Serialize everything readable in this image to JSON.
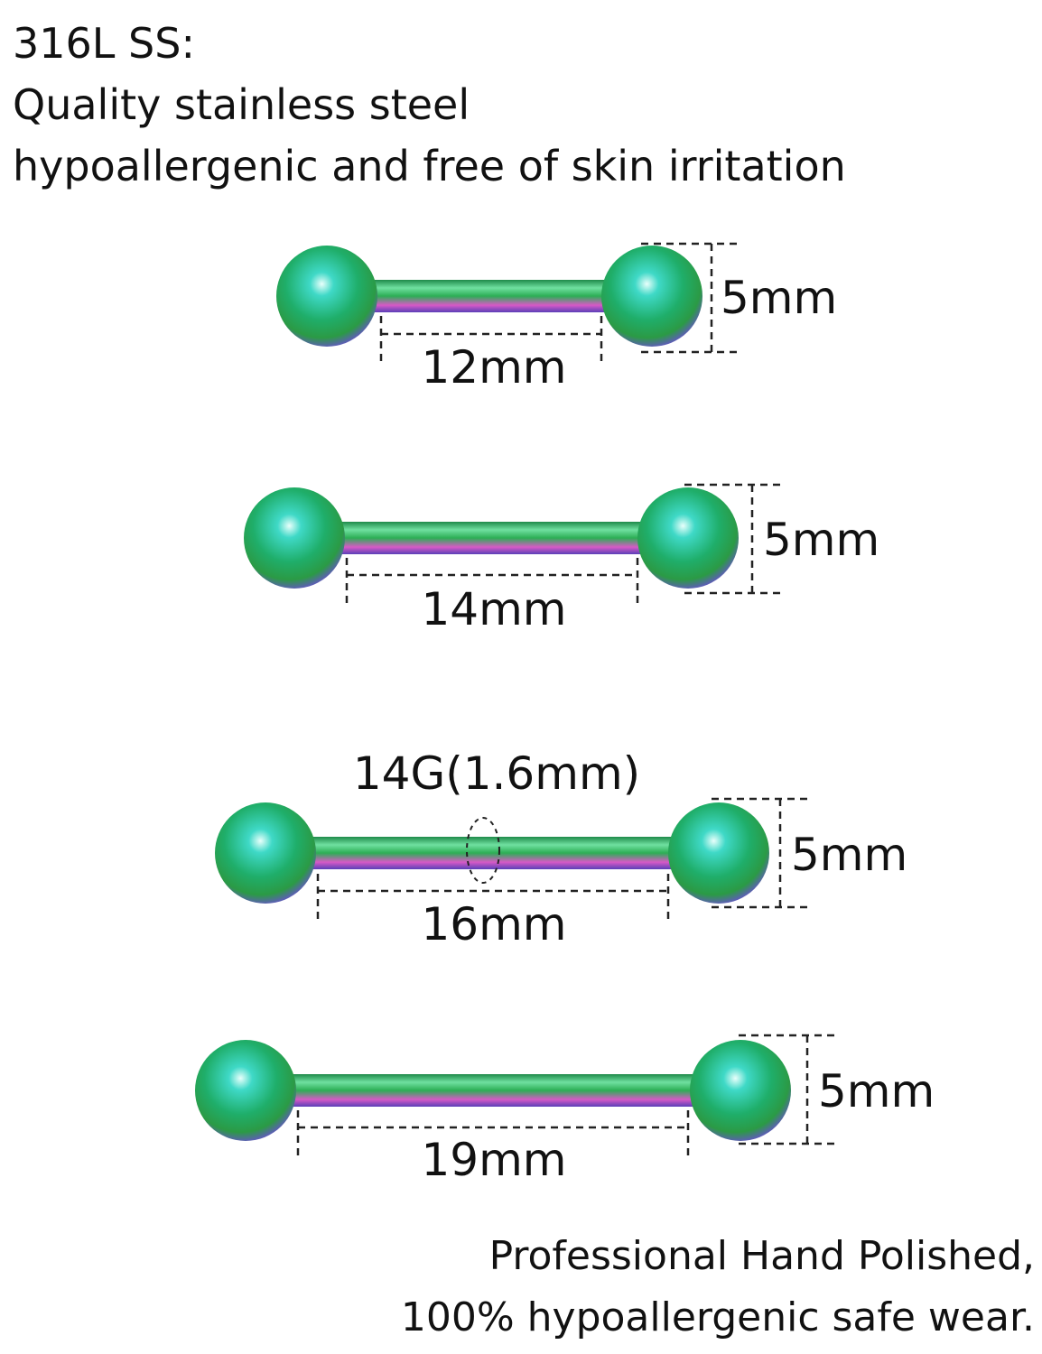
{
  "header": {
    "line1": "316L SS:",
    "line2": "Quality stainless steel",
    "line3": "hypoallergenic and free of skin irritation"
  },
  "barbells": [
    {
      "length_label": "12mm",
      "ball_label": "5mm"
    },
    {
      "length_label": "14mm",
      "ball_label": "5mm"
    },
    {
      "length_label": "16mm",
      "ball_label": "5mm",
      "gauge_label": "14G(1.6mm)"
    },
    {
      "length_label": "19mm",
      "ball_label": "5mm"
    }
  ],
  "footer": {
    "line1": "Professional Hand Polished,",
    "line2": "100% hypoallergenic safe wear."
  },
  "colors": {
    "text": "#111111",
    "ball_teal": "#1fc6b4",
    "ball_green": "#27a84a",
    "ball_purple": "#7a5ad8",
    "bar_green": "#2cae55",
    "bar_pink": "#d65ac6",
    "dash": "#222222"
  }
}
